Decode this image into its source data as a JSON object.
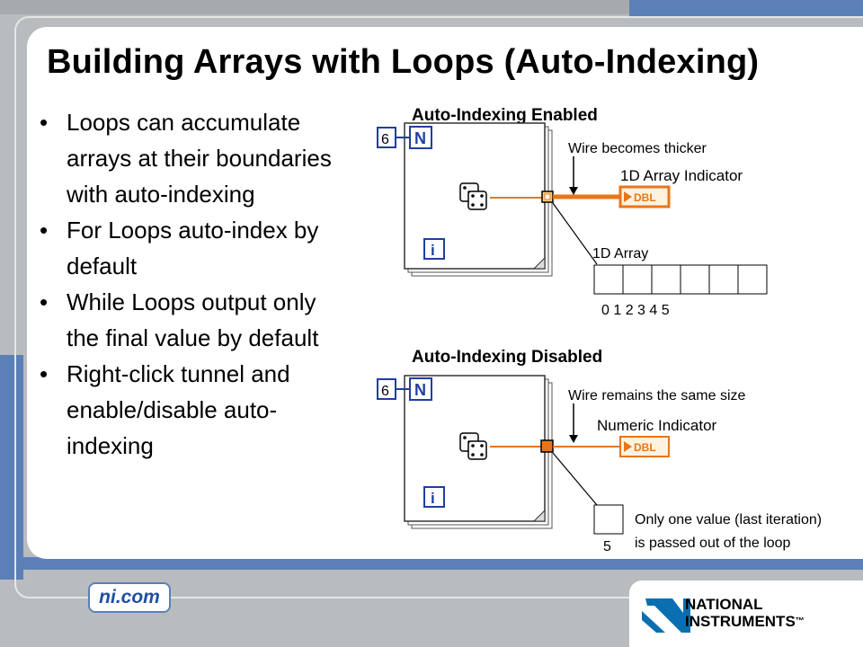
{
  "slide": {
    "title": "Building Arrays with Loops (Auto-Indexing)",
    "bullets": [
      "Loops can accumulate arrays at their boundaries with auto-indexing",
      "For Loops auto-index by default",
      "While Loops output only the final value by default",
      "Right-click tunnel and enable/disable auto-indexing"
    ],
    "bullet_symbol": "•"
  },
  "diagram_enabled": {
    "heading": "Auto-Indexing Enabled",
    "count_value": "6",
    "count_terminal": "N",
    "iteration_terminal": "i",
    "wire_note": "Wire becomes thicker",
    "indicator_label": "1D Array Indicator",
    "indicator_type": "DBL",
    "array_label": "1D Array",
    "array_indices": "0 1 2 3 4 5"
  },
  "diagram_disabled": {
    "heading": "Auto-Indexing Disabled",
    "count_value": "6",
    "count_terminal": "N",
    "iteration_terminal": "i",
    "wire_note": "Wire remains the same size",
    "indicator_label": "Numeric Indicator",
    "indicator_type": "DBL",
    "result_value": "5",
    "note_line1": "Only one value (last iteration)",
    "note_line2": "is passed out of the loop"
  },
  "footer": {
    "site": "ni.com",
    "logo_line1": "NATIONAL",
    "logo_line2": "INSTRUMENTS",
    "logo_mark": "™"
  },
  "colors": {
    "accent_blue": "#5b80b8",
    "wire_orange": "#e8751a",
    "terminal_blue": "#1f3fa0"
  },
  "icons": [
    "dice-icon",
    "dice-icon",
    "loop-count-terminal-icon",
    "iteration-terminal-icon",
    "dbl-indicator-icon",
    "ni-eagle-logo-icon"
  ]
}
